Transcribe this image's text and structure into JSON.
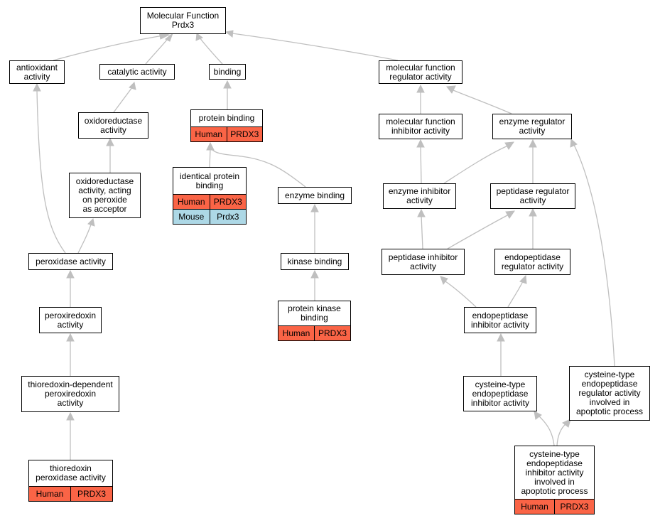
{
  "colors": {
    "human": "#fa6446",
    "mouse": "#add8e6",
    "edge": "#bfbfbf"
  },
  "nodes": {
    "mf": {
      "label": "Molecular Function\nPrdx3"
    },
    "antiox": {
      "label": "antioxidant\nactivity"
    },
    "cat": {
      "label": "catalytic activity"
    },
    "bind": {
      "label": "binding"
    },
    "mfr": {
      "label": "molecular function\nregulator activity"
    },
    "oxred": {
      "label": "oxidoreductase\nactivity"
    },
    "pb": {
      "label": "protein binding",
      "annotations": [
        {
          "species": "Human",
          "gene": "PRDX3"
        }
      ]
    },
    "mfi": {
      "label": "molecular function\ninhibitor activity"
    },
    "er": {
      "label": "enzyme regulator\nactivity"
    },
    "ident": {
      "label": "identical protein\nbinding",
      "annotations": [
        {
          "species": "Human",
          "gene": "PRDX3"
        },
        {
          "species": "Mouse",
          "gene": "Prdx3"
        }
      ]
    },
    "eb": {
      "label": "enzyme binding"
    },
    "ei": {
      "label": "enzyme inhibitor\nactivity"
    },
    "pr": {
      "label": "peptidase regulator\nactivity"
    },
    "oxper": {
      "label": "oxidoreductase\nactivity, acting\non peroxide\nas acceptor"
    },
    "perox": {
      "label": "peroxidase activity"
    },
    "kb": {
      "label": "kinase binding"
    },
    "pi": {
      "label": "peptidase inhibitor\nactivity"
    },
    "epr": {
      "label": "endopeptidase\nregulator activity"
    },
    "prx": {
      "label": "peroxiredoxin\nactivity"
    },
    "pkb": {
      "label": "protein kinase\nbinding",
      "annotations": [
        {
          "species": "Human",
          "gene": "PRDX3"
        }
      ]
    },
    "epi": {
      "label": "endopeptidase\ninhibitor activity"
    },
    "trx": {
      "label": "thioredoxin-dependent\nperoxiredoxin\nactivity"
    },
    "cepi": {
      "label": "cysteine-type\nendopeptidase\ninhibitor activity"
    },
    "cepr": {
      "label": "cysteine-type\nendopeptidase\nregulator activity\ninvolved in\napoptotic process"
    },
    "trxp": {
      "label": "thioredoxin\nperoxidase activity",
      "annotations": [
        {
          "species": "Human",
          "gene": "PRDX3"
        }
      ]
    },
    "cepia": {
      "label": "cysteine-type\nendopeptidase\ninhibitor activity\ninvolved in\napoptotic process",
      "annotations": [
        {
          "species": "Human",
          "gene": "PRDX3"
        }
      ]
    }
  }
}
